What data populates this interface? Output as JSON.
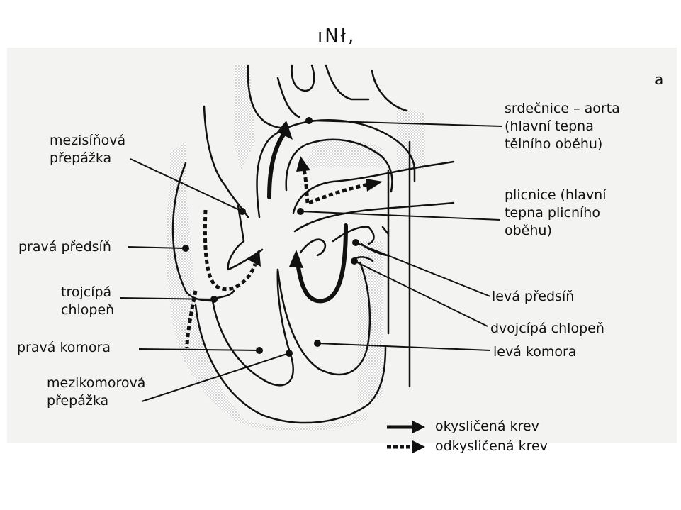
{
  "top_fragment": "ıNł,",
  "right_fragment": "a",
  "labels": {
    "aorta": [
      "srdečnice – aorta",
      "(hlavní tepna",
      "tělního oběhu)"
    ],
    "septum_atrial": [
      "mezisíňová",
      "přepážka"
    ],
    "pulmonary": [
      "plicnice (hlavní",
      "tepna plicního",
      "oběhu)"
    ],
    "right_atrium": [
      "pravá předsíň"
    ],
    "tricuspid": [
      "trojcípá",
      "chlopeň"
    ],
    "left_atrium": [
      "levá předsíň"
    ],
    "mitral": [
      "dvojcípá chlopeň"
    ],
    "right_ventricle": [
      "pravá komora"
    ],
    "left_ventricle": [
      "levá komora"
    ],
    "septum_ventricular": [
      "mezikomorová",
      "přepážka"
    ]
  },
  "legend": {
    "oxygenated": "okysličená krev",
    "deoxygenated": "odkysličená krev"
  },
  "colors": {
    "ink": "#111111",
    "shade": "#dedede",
    "scan_bg": "#f3f3f1"
  }
}
